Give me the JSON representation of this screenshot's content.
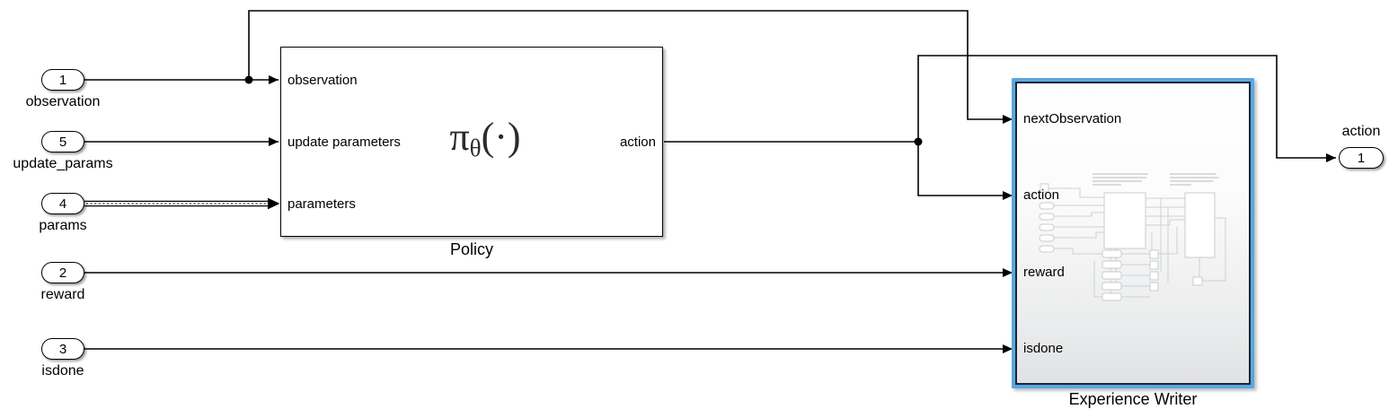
{
  "colors": {
    "background": "#ffffff",
    "wire": "#000000",
    "selection_blue": "#58a8e4",
    "block_fill": "#ffffff",
    "preview_gray": "#c8ccd0"
  },
  "inports": [
    {
      "number": "1",
      "label": "observation"
    },
    {
      "number": "5",
      "label": "update_params"
    },
    {
      "number": "4",
      "label": "params"
    },
    {
      "number": "2",
      "label": "reward"
    },
    {
      "number": "3",
      "label": "isdone"
    }
  ],
  "policy": {
    "name": "Policy",
    "ports_in": [
      "observation",
      "update parameters",
      "parameters"
    ],
    "ports_out": [
      "action"
    ],
    "symbol": {
      "pi": "π",
      "sub": "θ",
      "args": "(·)"
    }
  },
  "experience_writer": {
    "name": "Experience Writer",
    "ports_in": [
      "nextObservation",
      "action",
      "reward",
      "isdone"
    ],
    "selected": "true"
  },
  "outports": [
    {
      "number": "1",
      "label": "action"
    }
  ]
}
